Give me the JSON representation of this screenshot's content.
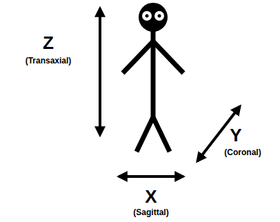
{
  "diagram": {
    "labels": [
      "Z",
      "(Transaxial)",
      "Y",
      "(Coronal)",
      "X",
      "(Sagittal)"
    ]
  }
}
